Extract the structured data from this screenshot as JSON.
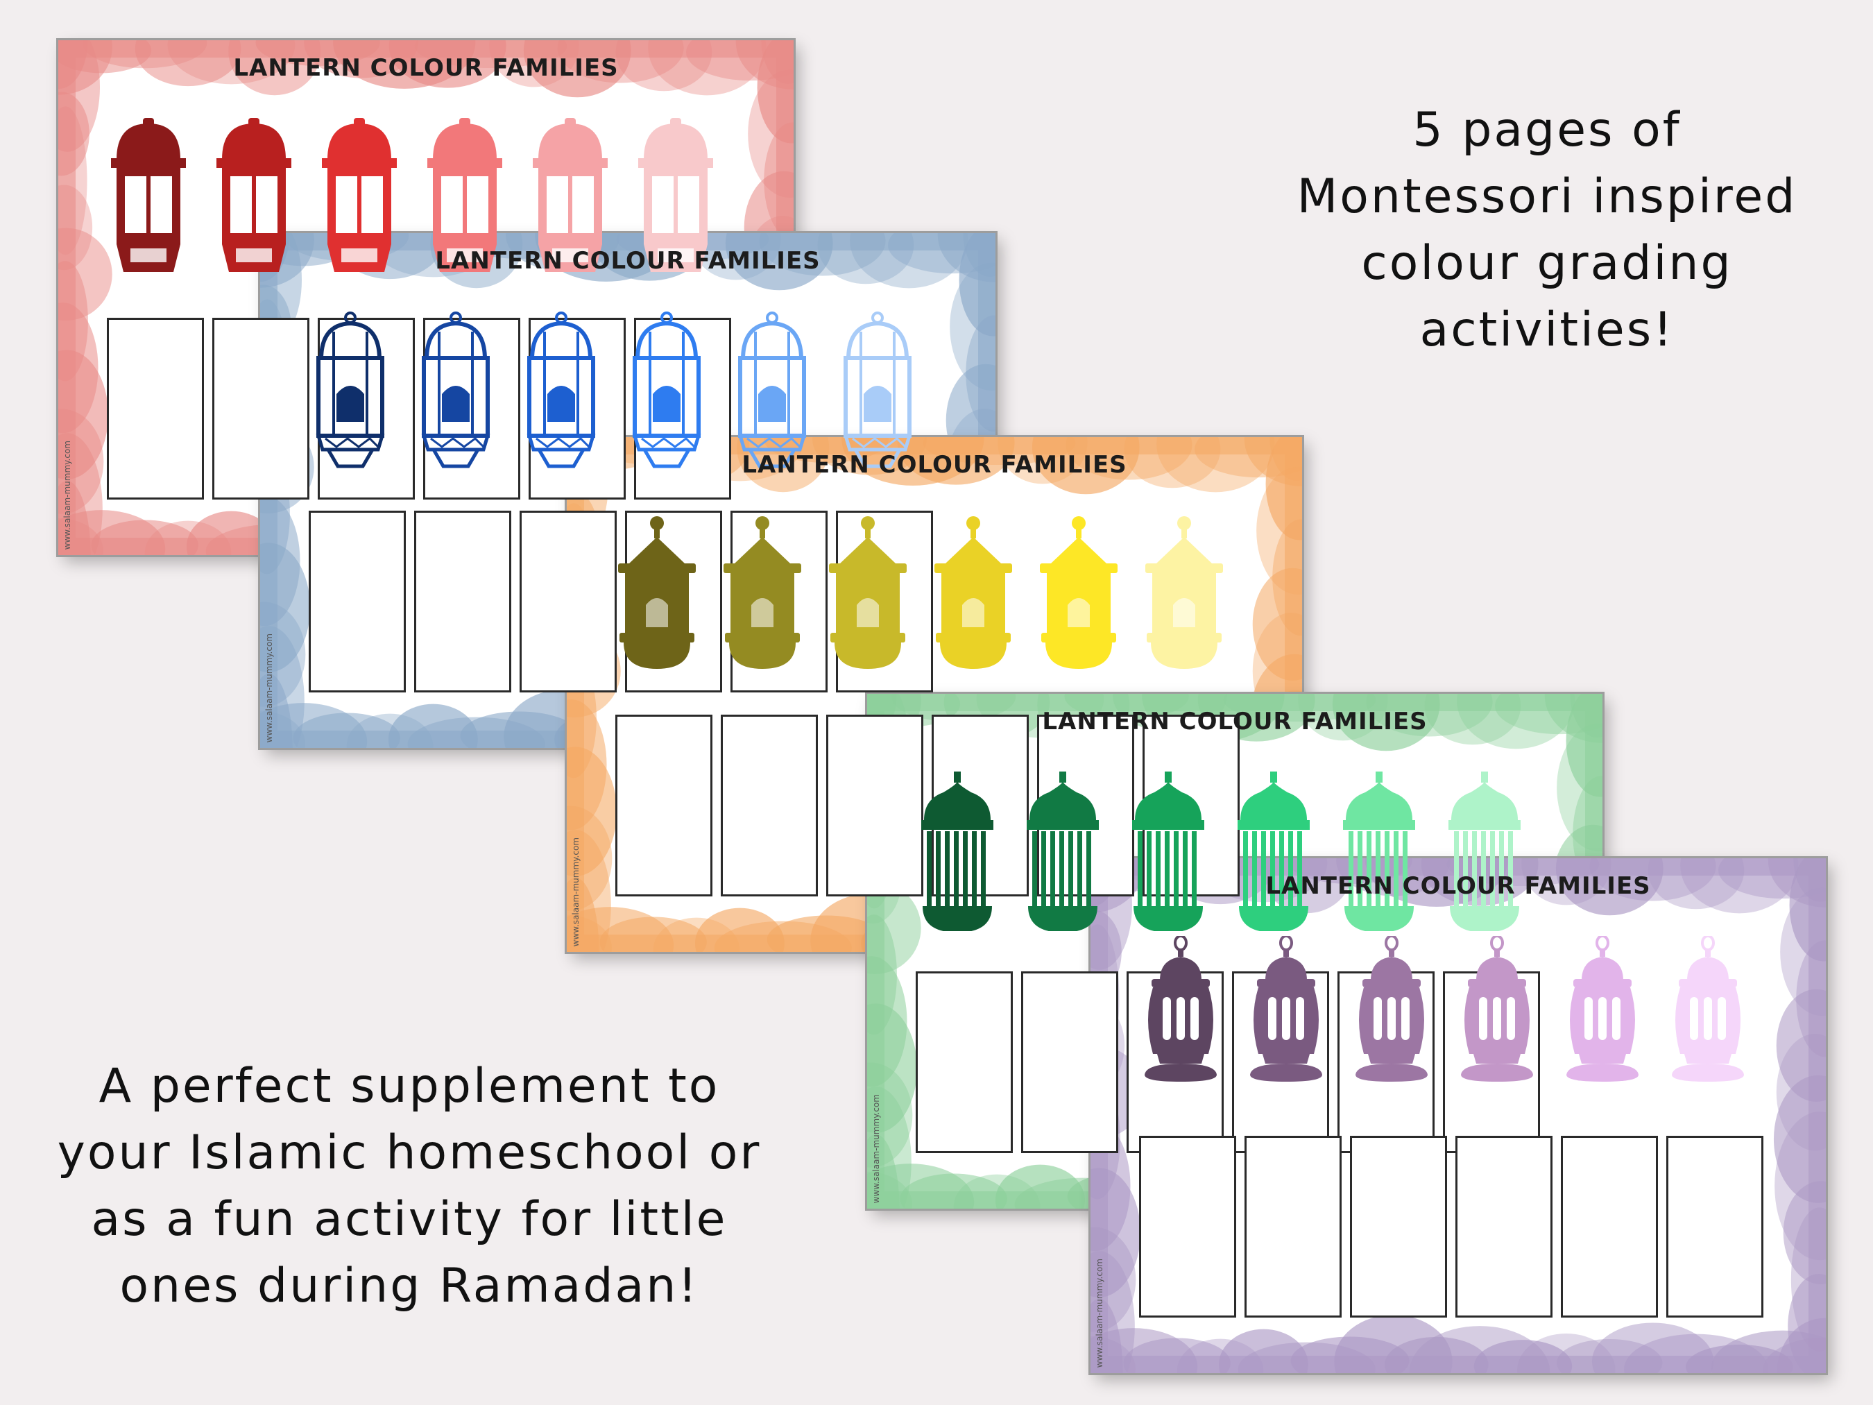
{
  "pages": [
    {
      "title": "LANTERN COLOUR FAMILIES",
      "site_url": "www.salaam-mummy.com",
      "lantern_style": "arch",
      "wash_color": "#e88a86",
      "shades": [
        "#8b1a1a",
        "#b8201f",
        "#e03030",
        "#f2787a",
        "#f5a3a6",
        "#f8c9cb"
      ]
    },
    {
      "title": "LANTERN COLOUR FAMILIES",
      "site_url": "www.salaam-mummy.com",
      "lantern_style": "cage",
      "wash_color": "#8aa8c8",
      "shades": [
        "#0f2f6b",
        "#1546a2",
        "#1d5fd0",
        "#2e7cf0",
        "#6aa6f5",
        "#a9ccf8"
      ]
    },
    {
      "title": "LANTERN COLOUR FAMILIES",
      "site_url": "www.salaam-mummy.com",
      "lantern_style": "house",
      "wash_color": "#f4a863",
      "shades": [
        "#6e6418",
        "#948b22",
        "#c8b92a",
        "#ead226",
        "#fde726",
        "#fdf3a3"
      ]
    },
    {
      "title": "LANTERN COLOUR FAMILIES",
      "site_url": "www.salaam-mummy.com",
      "lantern_style": "dome",
      "wash_color": "#8ccf9a",
      "shades": [
        "#0e5a32",
        "#117a44",
        "#16a35a",
        "#2ecf7e",
        "#6fe6a2",
        "#aef3c9"
      ]
    },
    {
      "title": "LANTERN COLOUR FAMILIES",
      "site_url": "www.salaam-mummy.com",
      "lantern_style": "vase",
      "wash_color": "#ab98c4",
      "shades": [
        "#5d4561",
        "#7a5a80",
        "#9c76a3",
        "#c397c8",
        "#e2b4ea",
        "#f5d6fa"
      ]
    }
  ],
  "caption_top": [
    "5 pages of",
    "Montessori inspired",
    "colour grading",
    "activities!"
  ],
  "caption_bottom": [
    "A perfect supplement to",
    "your Islamic homeschool or",
    "as a fun activity for little",
    "ones during Ramadan!"
  ]
}
